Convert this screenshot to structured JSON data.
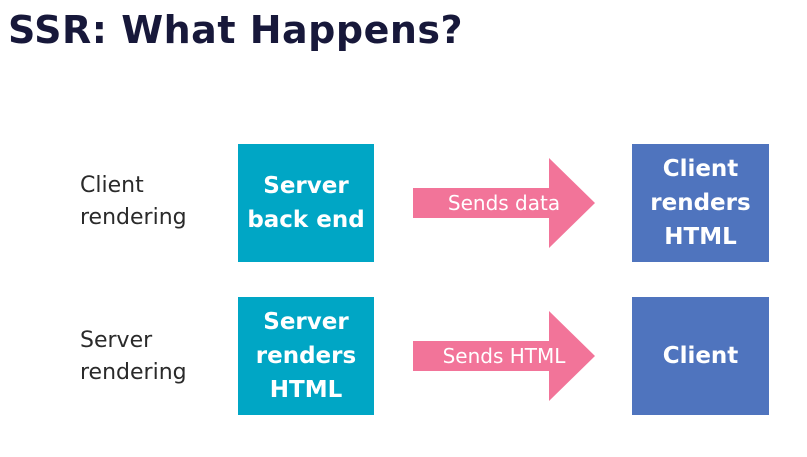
{
  "title": "SSR: What Happens?",
  "rows": [
    {
      "label_lines": [
        "Client",
        "rendering"
      ],
      "source_lines": [
        "Server",
        "back end"
      ],
      "arrow_label": "Sends data",
      "target_lines": [
        "Client",
        "renders",
        "HTML"
      ]
    },
    {
      "label_lines": [
        "Server",
        "rendering"
      ],
      "source_lines": [
        "Server",
        "renders",
        "HTML"
      ],
      "arrow_label": "Sends HTML",
      "target_lines": [
        "Client"
      ]
    }
  ],
  "colors": {
    "title": "#17183a",
    "source_box": "#00a6c5",
    "target_box": "#4f74be",
    "arrow": "#f27499"
  }
}
